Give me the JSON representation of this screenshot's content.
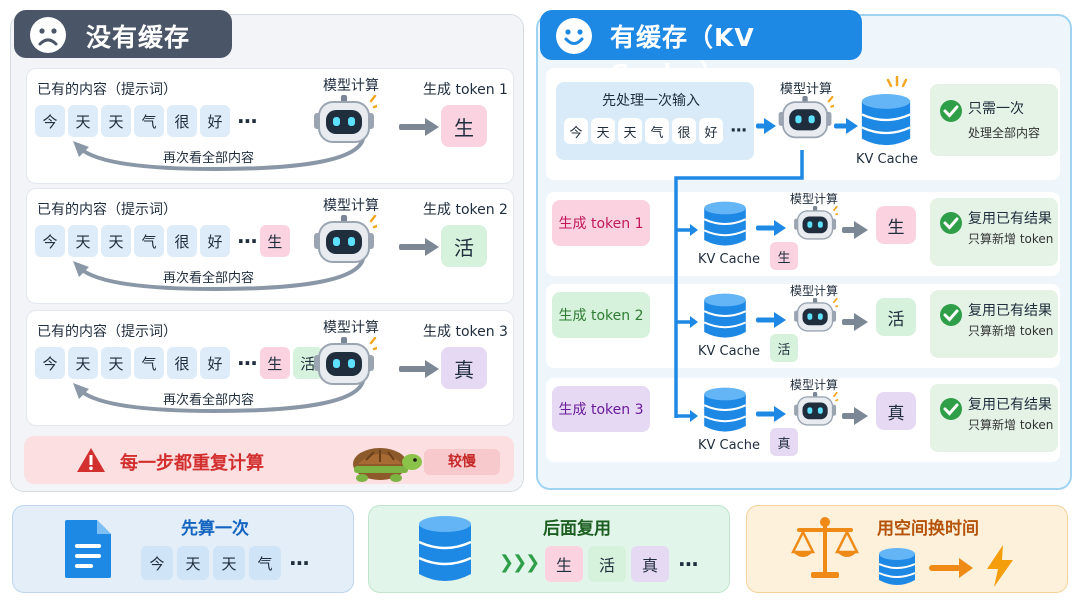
{
  "left": {
    "title": "没有缓存",
    "rows": [
      {
        "prompt_label": "已有的内容（提示词）",
        "chips": [
          "今",
          "天",
          "天",
          "气",
          "很",
          "好"
        ],
        "extra": [],
        "model_label": "模型计算",
        "gen_label": "生成 token 1",
        "output": "生",
        "again": "再次看全部内容"
      },
      {
        "prompt_label": "已有的内容（提示词）",
        "chips": [
          "今",
          "天",
          "天",
          "气",
          "很",
          "好"
        ],
        "extra": [
          "生"
        ],
        "model_label": "模型计算",
        "gen_label": "生成 token 2",
        "output": "活",
        "again": "再次看全部内容"
      },
      {
        "prompt_label": "已有的内容（提示词）",
        "chips": [
          "今",
          "天",
          "天",
          "气",
          "很",
          "好"
        ],
        "extra": [
          "生",
          "活"
        ],
        "model_label": "模型计算",
        "gen_label": "生成 token 3",
        "output": "真",
        "again": "再次看全部内容"
      }
    ],
    "ellipsis": "···",
    "warning": "每一步都重复计算",
    "slow": "较慢"
  },
  "right": {
    "title": "有缓存（KV Cache）",
    "input_label": "先处理一次输入",
    "chips": [
      "今",
      "天",
      "天",
      "气",
      "很",
      "好"
    ],
    "ellipsis": "···",
    "model_label": "模型计算",
    "kv_label": "KV Cache",
    "first_note": {
      "l1": "只需一次",
      "l2": "处理全部内容"
    },
    "steps": [
      {
        "label": "生成 token 1",
        "token": "生",
        "output": "生",
        "note1": "复用已有结果",
        "note2": "只算新增 token"
      },
      {
        "label": "生成 token 2",
        "token": "活",
        "output": "活",
        "note1": "复用已有结果",
        "note2": "只算新增 token"
      },
      {
        "label": "生成 token 3",
        "token": "真",
        "output": "真",
        "note1": "复用已有结果",
        "note2": "只算新增 token"
      }
    ]
  },
  "bottom": {
    "card1": {
      "title": "先算一次",
      "chips": [
        "今",
        "天",
        "天",
        "气"
      ],
      "ellipsis": "···"
    },
    "card2": {
      "title": "后面复用",
      "chips": [
        "生",
        "活",
        "真"
      ],
      "ellipsis": "···"
    },
    "card3": {
      "title": "用空间换时间"
    }
  },
  "colors": {
    "blue": "#1e88e5",
    "pink": "#fbd3e0",
    "green": "#d6f1dc",
    "purple": "#e6d9f4",
    "red": "#d32f2f"
  }
}
